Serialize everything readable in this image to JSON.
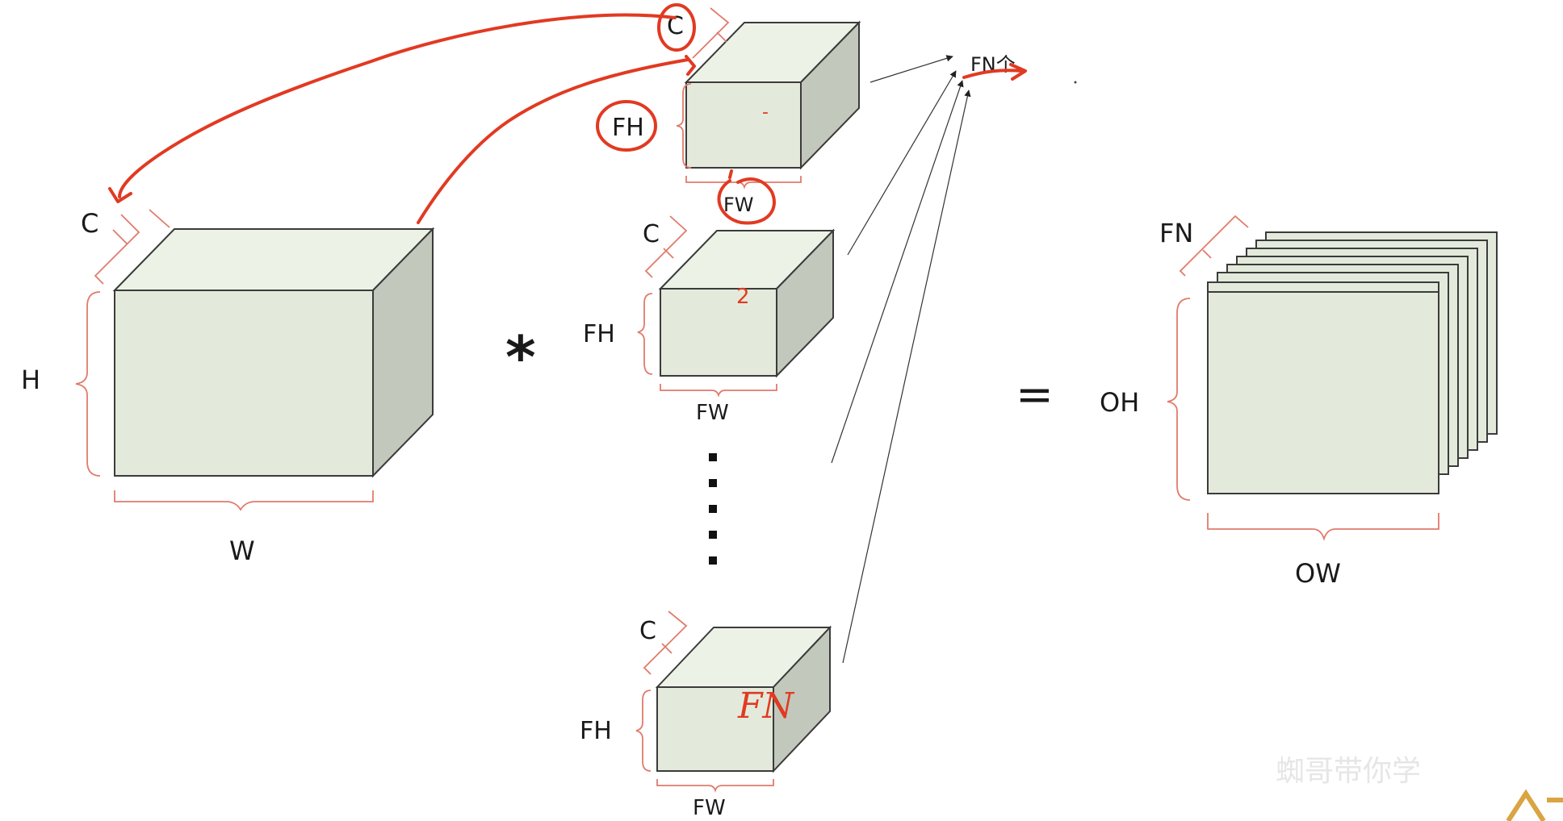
{
  "input": {
    "channel_label": "C",
    "height_label": "H",
    "width_label": "W"
  },
  "operator": "*",
  "equals": "=",
  "filters": {
    "top": {
      "channel_label": "C",
      "height_label": "FH",
      "width_label": "FW",
      "mark": "-"
    },
    "second": {
      "channel_label": "C",
      "height_label": "FH",
      "width_label": "FW",
      "mark": "2"
    },
    "last": {
      "channel_label": "C",
      "height_label": "FH",
      "width_label": "FW",
      "mark": "FN"
    },
    "count_label": "FN个",
    "ellipsis": "⋮"
  },
  "output": {
    "channel_label": "FN",
    "height_label": "OH",
    "width_label": "OW"
  },
  "watermark": "蜘哥带你学",
  "colors": {
    "face_front": "#e3eadb",
    "face_side": "#c2c8bc",
    "brace": "#e07b6c",
    "annotation": "#e13a22"
  }
}
